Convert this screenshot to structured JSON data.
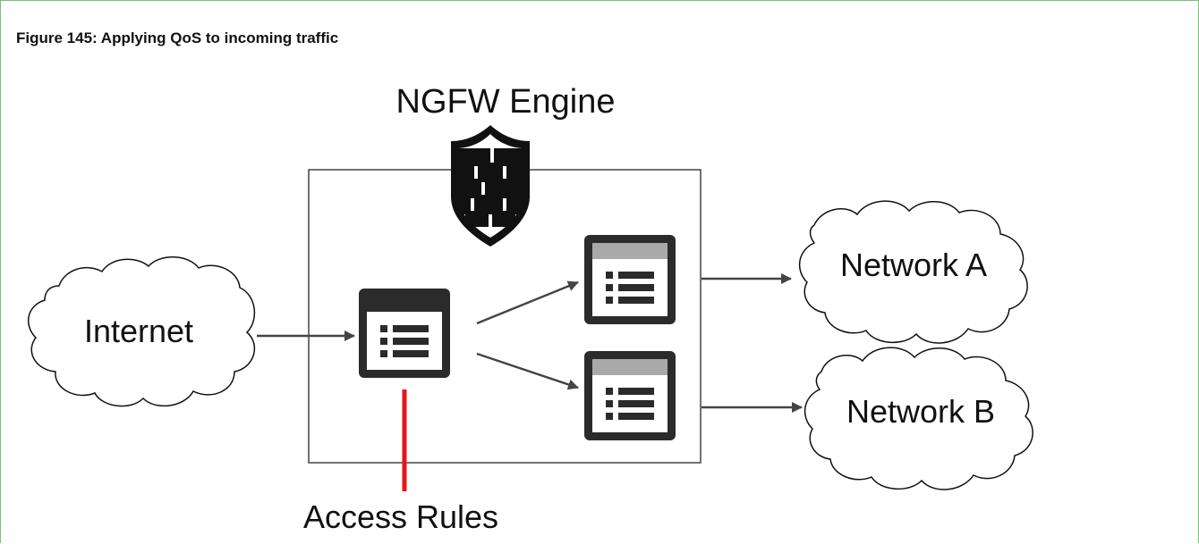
{
  "figure": {
    "title": "Figure 145: Applying QoS to incoming traffic"
  },
  "diagram": {
    "engine_label": "NGFW Engine",
    "internet_label": "Internet",
    "network_a_label": "Network A",
    "network_b_label": "Network B",
    "access_rules_label": "Access Rules"
  },
  "colors": {
    "frame_border": "#78c07a",
    "icon_dark": "#2b2b2b",
    "icon_header_gray": "#a9a9a9",
    "arrow": "#444444",
    "access_rules_line": "#e8141b"
  },
  "icons": {
    "engine": "firewall-shield-icon",
    "rule_list": "rule-list-icon"
  }
}
